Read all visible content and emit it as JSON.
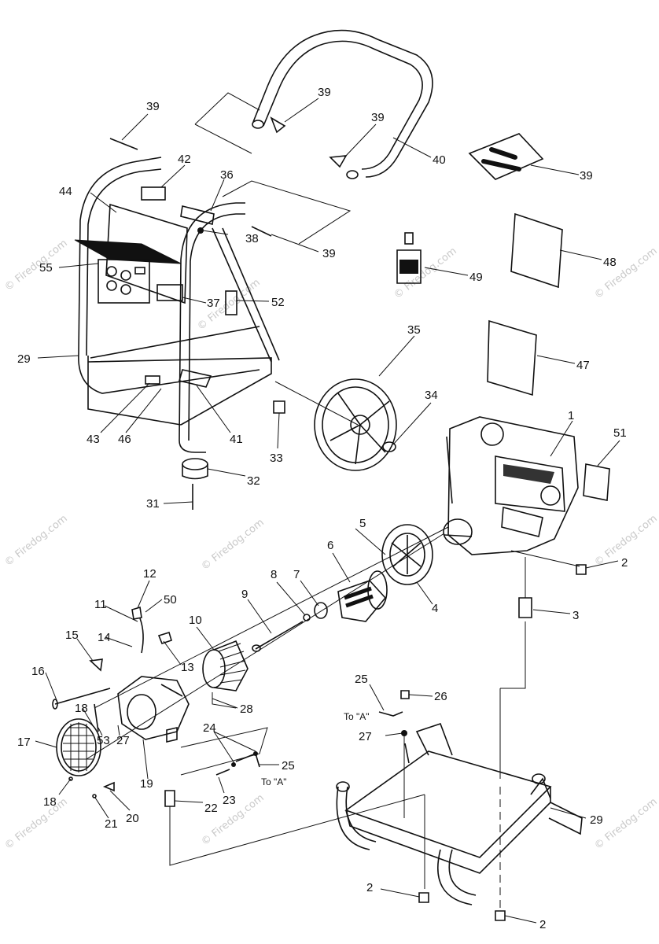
{
  "watermark": "© Firedog.com",
  "references": {
    "to_a": "To \"A\""
  },
  "callouts": {
    "c1": "1",
    "c2a": "2",
    "c2b": "2",
    "c2c": "2",
    "c3": "3",
    "c4": "4",
    "c5": "5",
    "c6": "6",
    "c7": "7",
    "c8": "8",
    "c9": "9",
    "c10": "10",
    "c11": "11",
    "c12": "12",
    "c13": "13",
    "c14": "14",
    "c15": "15",
    "c16": "16",
    "c17": "17",
    "c18a": "18",
    "c18b": "18",
    "c19": "19",
    "c20": "20",
    "c21": "21",
    "c22": "22",
    "c23": "23",
    "c24": "24",
    "c25a": "25",
    "c25b": "25",
    "c26": "26",
    "c27a": "27",
    "c27b": "27",
    "c28": "28",
    "c29a": "29",
    "c29b": "29",
    "c31": "31",
    "c32": "32",
    "c33": "33",
    "c34": "34",
    "c35": "35",
    "c36": "36",
    "c37": "37",
    "c38": "38",
    "c39a": "39",
    "c39b": "39",
    "c39c": "39",
    "c39d": "39",
    "c39e": "39",
    "c40": "40",
    "c41": "41",
    "c42": "42",
    "c43": "43",
    "c44": "44",
    "c46": "46",
    "c47": "47",
    "c48": "48",
    "c49": "49",
    "c50": "50",
    "c51": "51",
    "c52": "52",
    "c53": "53",
    "c55": "55"
  }
}
